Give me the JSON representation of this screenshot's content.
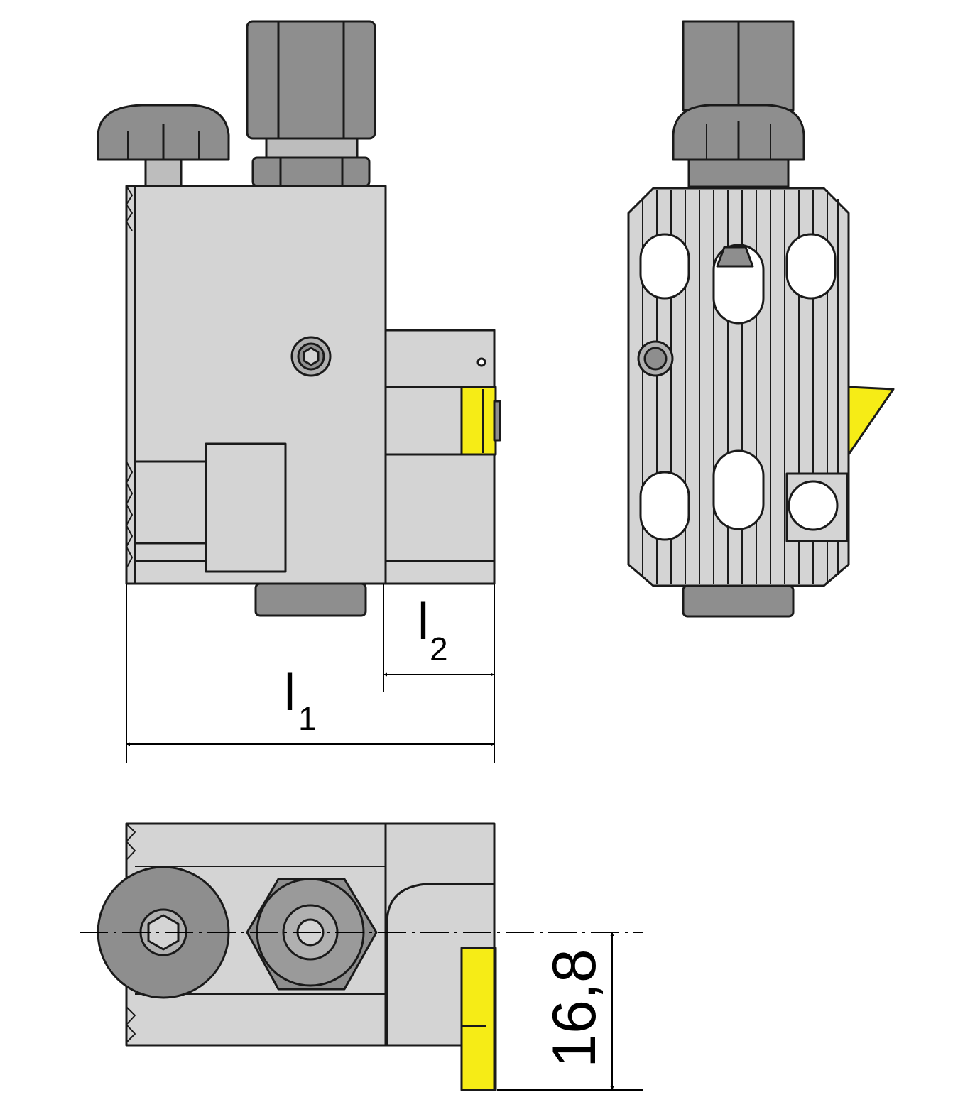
{
  "dimensions": {
    "l1": {
      "letter": "l",
      "sub": "1"
    },
    "l2": {
      "letter": "l",
      "sub": "2"
    },
    "height": "16,8"
  },
  "colors": {
    "body": "#d4d4d4",
    "dark": "#8e8e8e",
    "insert": "#f6ec16",
    "line": "#1a1a1a"
  }
}
